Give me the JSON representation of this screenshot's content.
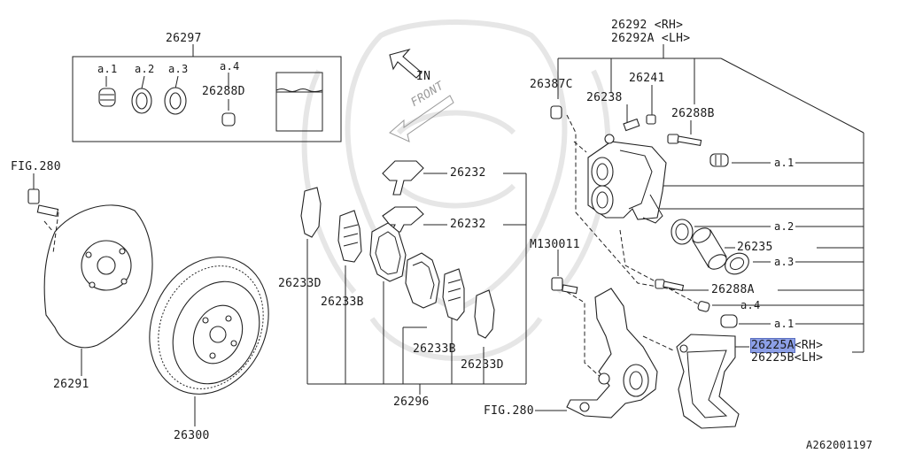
{
  "diagram": {
    "drawing_code": "A262001197",
    "in_label": "IN",
    "front_label": "FRONT",
    "parts": {
      "kit": "26297",
      "kit_a1": "a.1",
      "kit_a2": "a.2",
      "kit_a3": "a.3",
      "kit_a4": "a.4",
      "kit_pin": "26288D",
      "fig280_top": "FIG.280",
      "backing_plate": "26291",
      "rotor": "26300",
      "clip_upper": "26232",
      "clip_lower": "26232",
      "shim_left": "26233D",
      "shim_left_b": "26233B",
      "shim_right_b": "26233B",
      "shim_right_d": "26233D",
      "pad_kit": "26296",
      "caliper_rh": "26292 <RH>",
      "caliper_lh": "26292A <LH>",
      "bleeder_cap": "26387C",
      "bleeder": "26238",
      "bushing": "26241",
      "guide_pin_b": "26288B",
      "right_a1_top": "a.1",
      "right_a2": "a.2",
      "piston": "26235",
      "right_a3": "a.3",
      "guide_pin_a": "26288A",
      "right_a4": "a.4",
      "right_a1_bottom": "a.1",
      "bolt": "M130011",
      "support_rh_code": "26225A",
      "support_rh_side": "<RH>",
      "support_lh": "26225B<LH>",
      "fig280_bottom": "FIG.280"
    }
  }
}
